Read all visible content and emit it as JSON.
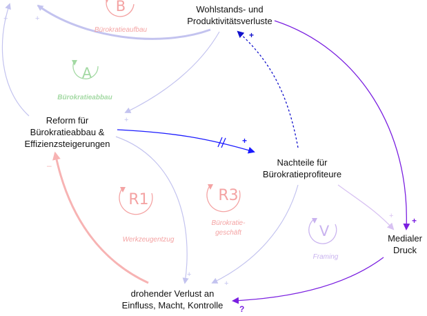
{
  "nodes": {
    "wohlstand": [
      "Wohlstands- und",
      "Produktivitätsverluste"
    ],
    "reform": [
      "Reform für",
      "Bürokratieabbau &",
      "Effizienzsteigerungen"
    ],
    "nachteile": [
      "Nachteile für",
      "Bürokratieprofiteure"
    ],
    "medialer": [
      "Medialer",
      "Druck"
    ],
    "verlust": [
      "drohender Verlust an",
      "Einfluss, Macht, Kontrolle"
    ]
  },
  "loops": {
    "B": {
      "letter": "B",
      "caption": "Bürokratieaufbau",
      "color": "#f4a3a3"
    },
    "A": {
      "letter": "A",
      "caption": "Bürokratieabbau",
      "color": "#a3d9a3"
    },
    "R1": {
      "letter": "R1",
      "caption": "Werkzeugentzug",
      "color": "#f4a3a3"
    },
    "R3": {
      "letter": "R3",
      "caption_lines": [
        "Bürokratie-",
        "geschäft"
      ],
      "color": "#f4a3a3"
    },
    "V": {
      "letter": "V",
      "caption": "Framing",
      "color": "#c9b3ef"
    }
  },
  "polarities": {
    "plus": "+",
    "minus": "–",
    "question": "?"
  },
  "colors": {
    "lavender": "#c3c3ef",
    "blue": "#1a1aff",
    "dark_blue": "#1111cc",
    "purple": "#7a1fe0",
    "light_purple": "#d8c2f2",
    "pink": "#f7b3b3",
    "green": "#a3d9a3"
  }
}
